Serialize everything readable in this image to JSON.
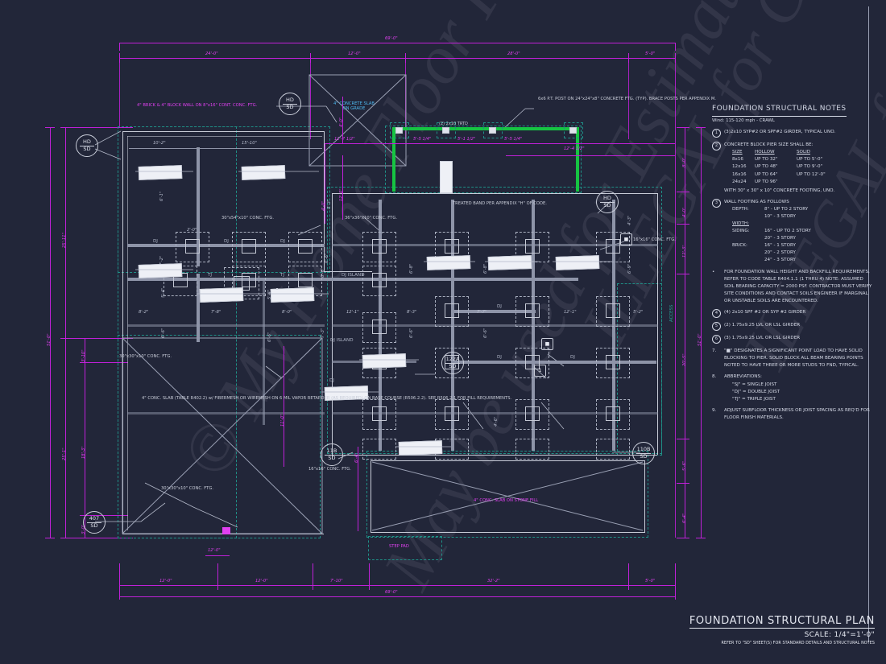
{
  "sheet": {
    "background_color": "#222639",
    "title": "FOUNDATION STRUCTURAL PLAN",
    "scale": "SCALE: 1/4\"=1'-0\"",
    "reference": "REFER TO \"SD\" SHEET(S) FOR STANDARD DETAILS AND STRUCTURAL NOTES",
    "watermarks": [
      "© My Home Floor Plans.com",
      "May be used for Estimation",
      "ILLEGAL for Construction",
      "ILLEGAL for Construction"
    ]
  },
  "notes": {
    "heading": "FOUNDATION STRUCTURAL NOTES",
    "subheading": "Wind: 115-120 mph - CRAWL",
    "items": [
      {
        "num": "1",
        "style": "circle",
        "text": "(3)2x10 SYP#2 OR SPF#2 GIRDER, TYPICAL UNO."
      },
      {
        "num": "2",
        "style": "circle",
        "text": "CONCRETE BLOCK PIER SIZE SHALL BE:",
        "table": {
          "headers": [
            "SIZE",
            "HOLLOW",
            "SOLID"
          ],
          "rows": [
            [
              "8x16",
              "UP TO 32\"",
              "UP TO 5'-0\""
            ],
            [
              "12x16",
              "UP TO 48\"",
              "UP TO 9'-0\""
            ],
            [
              "16x16",
              "UP TO 64\"",
              "UP TO 12'-0\""
            ],
            [
              "24x24",
              "UP TO 96\"",
              ""
            ]
          ]
        },
        "footer": "WITH 30\" x 30\" x 10\" CONCRETE FOOTING, UNO."
      },
      {
        "num": "3",
        "style": "circle",
        "text": "WALL FOOTING AS FOLLOWS",
        "specs": [
          {
            "label": "DEPTH:",
            "values": [
              "8\" - UP TO 2 STORY",
              "10\" - 3 STORY"
            ]
          },
          {
            "label": "WIDTH:",
            "underline": true,
            "values": []
          },
          {
            "label": "SIDING:",
            "values": [
              "16\" - UP TO 2 STORY",
              "20\" - 3 STORY"
            ]
          },
          {
            "label": "BRICK:",
            "values": [
              "16\" - 1 STORY",
              "20\" - 2 STORY",
              "24\" - 3 STORY"
            ]
          }
        ]
      },
      {
        "num": "•",
        "style": "bullet",
        "text": "FOR FOUNDATION WALL HEIGHT AND BACKFILL REQUIREMENTS, REFER TO CODE TABLE R404.1.1 (1 THRU 4) NOTE: ASSUMED SOIL BEARING CAPACITY = 2000 PSF. CONTRACTOR MUST VERIFY SITE CONDITIONS AND CONTACT SOILS ENGINEER IF MARGINAL OR UNSTABLE SOILS ARE ENCOUNTERED."
      },
      {
        "num": "4",
        "style": "circle",
        "text": "(4) 2x10 SPF #2 OR SYP #2 GIRDER"
      },
      {
        "num": "5",
        "style": "circle",
        "text": "(2) 1.75x9.25 LVL OR LSL GIRDER"
      },
      {
        "num": "6",
        "style": "circle",
        "text": "(3) 1.75x9.25 LVL OR LSL GIRDER"
      },
      {
        "num": "7.",
        "style": "plain",
        "text": "\"■\" DESIGNATES A SIGNIFICANT POINT LOAD TO HAVE SOLID BLOCKING TO  PIER. SOLID BLOCK ALL BEAM BEARING POINTS NOTED TO HAVE THREE OR MORE STUDS TO FND, TYPICAL."
      },
      {
        "num": "8.",
        "style": "plain",
        "text": "ABBREVIATIONS:",
        "bullets": [
          "\"SJ\" = SINGLE JOIST",
          "\"DJ\" = DOUBLE JOIST",
          "\"TJ\" = TRIPLE JOIST"
        ]
      },
      {
        "num": "9.",
        "style": "plain",
        "text": "ADJUST SUBFLOOR THICKNESS OR JOIST SPACING AS REQ'D FOR FLOOR FINISH MATERIALS."
      }
    ]
  },
  "dimensions": {
    "top_overall": "69'-0\"",
    "top_string": [
      "24'-0\"",
      "12'-0\"",
      "28'-0\"",
      "5'-0\""
    ],
    "bottom_overall": "69'-0\"",
    "bottom_string": [
      "12'-0\"",
      "12'-0\"",
      "7'-10\"",
      "32'-2\"",
      "5'-0\""
    ],
    "left_overall": "51'-0\"",
    "left_string": [
      "25'-11\"",
      "3'-10\"",
      "25'-1\"",
      "18'-3\"",
      "3'-0\""
    ],
    "right_overall": "51'-0\"",
    "right_string": [
      "8'-0\"",
      "4'-0\"",
      "12'-3\"",
      "20'-5\"",
      "5'-6\"",
      "6'-4\""
    ],
    "interior": [
      "10'-2\"",
      "15'-10\"",
      "12'-4 1/2\"",
      "11'-7 1/2\"",
      "5'-5 1/4\"",
      "5'-1 1/2\"",
      "5'-5 1/4\"",
      "4'-0\"",
      "12'-0\"",
      "6'-1\"",
      "7'-2\"",
      "2'-0\"",
      "4'-3\"",
      "6'-6\"",
      "5'-4\"",
      "8'-2\"",
      "7'-8\"",
      "8'-0\"",
      "12'-1\"",
      "7'-3\"",
      "8'-3\"",
      "7'-7\"",
      "6'-8\"",
      "11'-0\"",
      "12'-0\"",
      "5'-2\"",
      "6'-9\"",
      "6'-4\"",
      "4'-6\""
    ]
  },
  "annotations": {
    "brick_wall": "4\" BRICK & 4\" BLOCK WALL ON\n8\"x16\" CONT. CONC. FTG.",
    "slab_on_grade": "4\" CONCRETE SLAB\nON GRADE",
    "post_note": "6x6 P.T. POST ON 24\"x24\"x8\"\nCONCRETE FTG. (TYP). BRACE\nPOSTS PER APPENDIX M.",
    "treated_band": "TREATED BAND\nPER APPENDIX\n\"H\" OF CODE.",
    "band_2x10": "(2) 2x10\nTRTD",
    "ftg_30x54": "30\"x54\"x10\"\nCONC. FTG.",
    "ftg_36x36": "36\"x36\"x10\"\nCONC. FTG.",
    "ftg_30x30_upper": "30\"x30\"x10\"\nCONC. FTG.",
    "ftg_30x30_lower": "30\"x30\"x10\"\nCONC. FTG.",
    "ftg_16x16_right": "16\"x16\"\nCONC. FTG.",
    "ftg_16x16_mid": "16\"x16\"\nCONC. FTG.",
    "slab_spec": "4\" CONC. SLAB (TABLE R402.2) w/ FIBERMESH\nOR WIREMESH ON 6 MIL VAPOR RETARDER (AS\nREQUIRED) ON BASE COURSE (R506.2.2). SEE\nR506.2.1 FOR FILL REQUIREMENTS.",
    "slab_stone": "4\" CONC. SLAB ON\nSTONE FILL",
    "step_pad": "STEP PAD",
    "access": "ACCESS",
    "joist_labels": [
      "DJ",
      "DJ",
      "DJ",
      "TJ",
      "TJ",
      "DJ ISLAND",
      "DJ ISLAND",
      "DJ",
      "DJ",
      "DJ",
      "DJ"
    ]
  },
  "detail_bubbles": [
    {
      "id": "HD",
      "sheet": "SD"
    },
    {
      "id": "HD",
      "sheet": "SD"
    },
    {
      "id": "HD",
      "sheet": "SD"
    },
    {
      "id": "407",
      "sheet": "SD"
    },
    {
      "id": "11B",
      "sheet": "SD"
    },
    {
      "id": "110B",
      "sheet": "SD"
    },
    {
      "id": "122A",
      "sheet": "SD"
    }
  ],
  "colors": {
    "background": "#222639",
    "dimension": "#e040f0",
    "geometry": "#c8ccd8",
    "foundation_dashed": "#1f8f86",
    "treated_beam": "#16c442",
    "text": "#d5d9e6"
  }
}
